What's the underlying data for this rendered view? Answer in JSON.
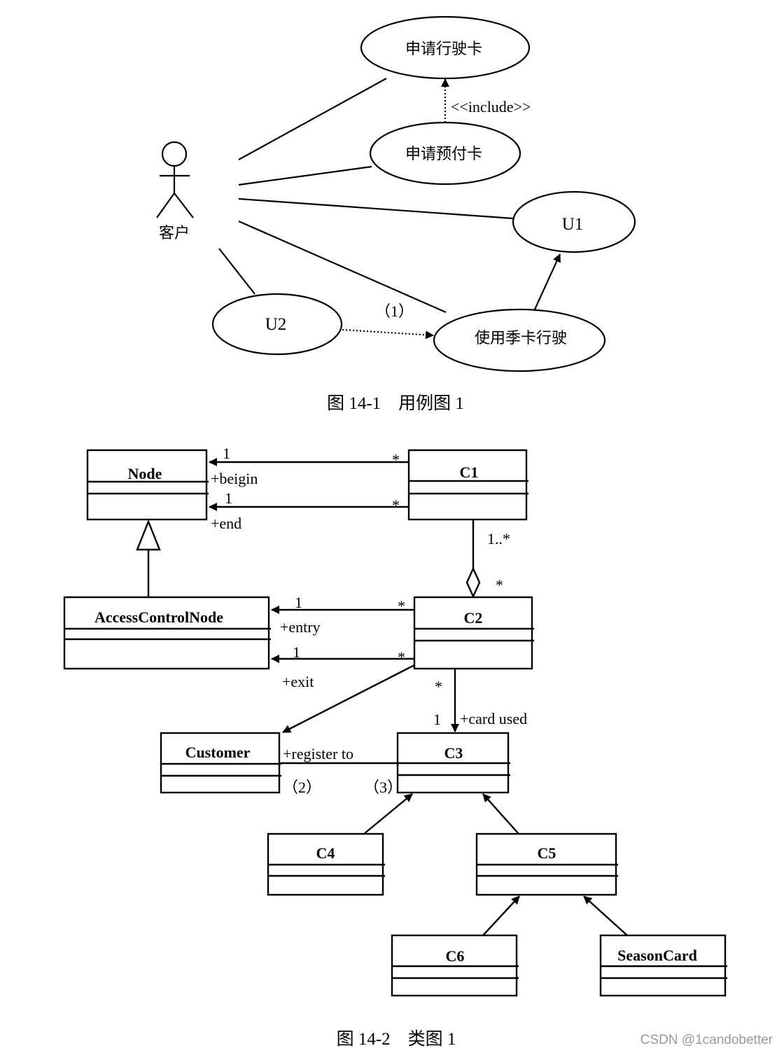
{
  "use_case_diagram": {
    "actor": "客户",
    "use_cases": {
      "apply_driving_card": "申请行驶卡",
      "apply_prepaid_card": "申请预付卡",
      "u1": "U1",
      "u2": "U2",
      "use_season_card": "使用季卡行驶"
    },
    "include_label": "<<include>>",
    "blank_1": "（1）",
    "caption": "图 14-1　用例图 1"
  },
  "class_diagram": {
    "classes": {
      "node": "Node",
      "c1": "C1",
      "access_control_node": "AccessControlNode",
      "c2": "C2",
      "customer": "Customer",
      "c3": "C3",
      "c4": "C4",
      "c5": "C5",
      "c6": "C6",
      "season_card": "SeasonCard"
    },
    "labels": {
      "begin_mult_1": "1",
      "begin_mult_star": "*",
      "begin_role": "+beigin",
      "end_mult_1": "1",
      "end_mult_star": "*",
      "end_role": "+end",
      "agg_mult_c1": "1..*",
      "agg_mult_c2": "*",
      "entry_mult_1": "1",
      "entry_mult_star": "*",
      "entry_role": "+entry",
      "exit_mult_1": "1",
      "exit_mult_star": "*",
      "exit_role": "+exit",
      "card_mult_star": "*",
      "card_mult_1": "1",
      "card_role": "+card used",
      "register_role": "+register to",
      "blank_2": "（2）",
      "blank_3": "（3）"
    },
    "caption": "图 14-2　类图 1"
  },
  "watermark": "CSDN @1candobetter"
}
